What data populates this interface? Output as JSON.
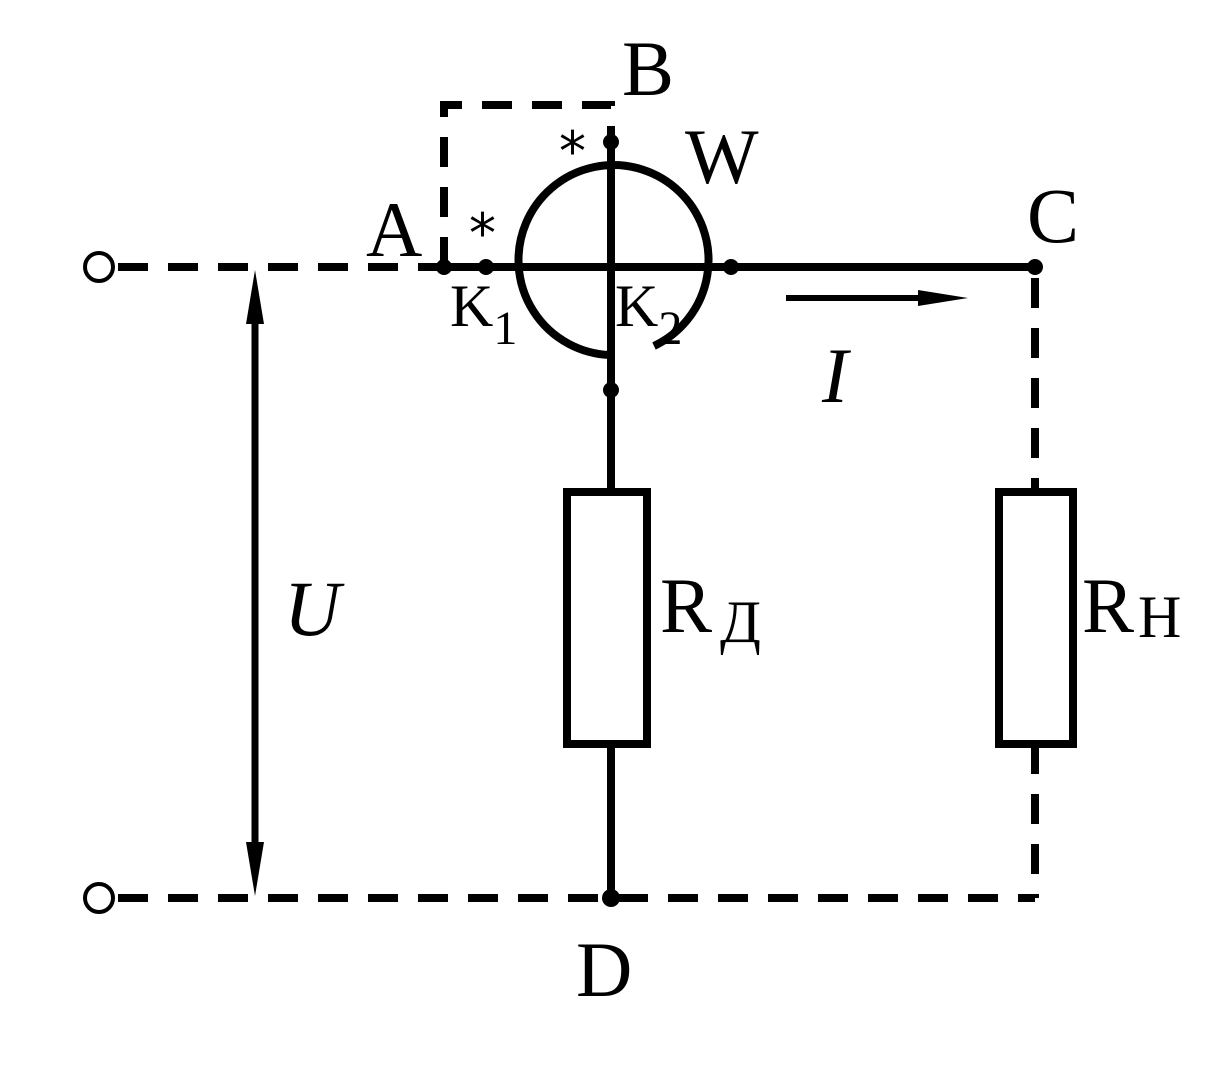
{
  "diagram": {
    "colors": {
      "line": "#000000",
      "background": "#ffffff"
    },
    "nodes": {
      "a": "A",
      "b": "B",
      "c": "C",
      "d": "D",
      "w": "W"
    },
    "k1": {
      "main": "K",
      "index": "1"
    },
    "k2": {
      "main": "K",
      "index": "2"
    },
    "stars": {
      "current_coil": "*",
      "voltage_coil": "*"
    },
    "current": "I",
    "voltage": "U",
    "resistor_d": {
      "main": "R",
      "index": "Д"
    },
    "resistor_h": {
      "main": "R",
      "index": "Н"
    }
  }
}
